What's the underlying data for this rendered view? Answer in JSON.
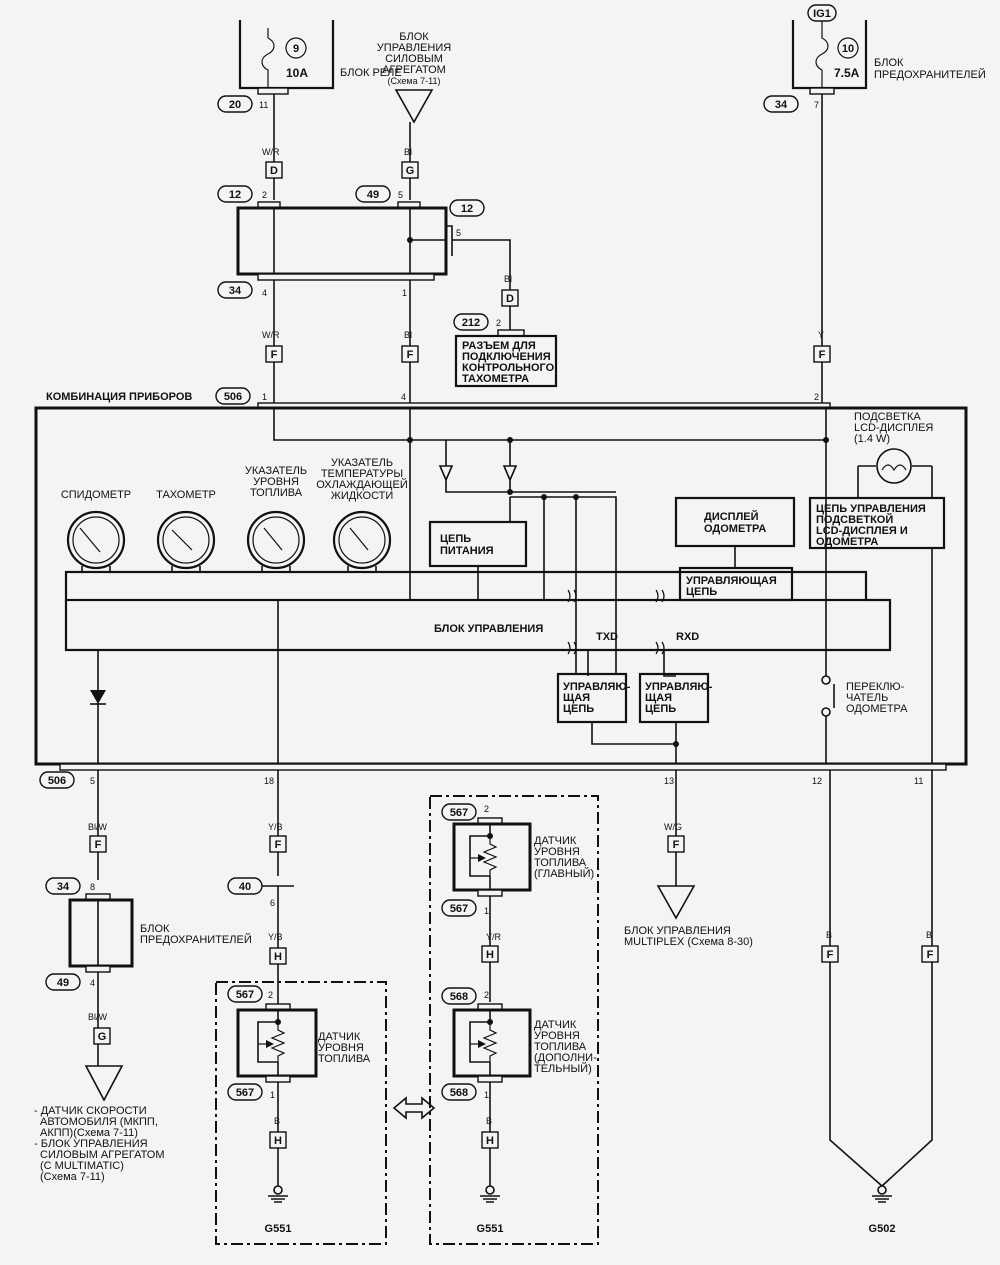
{
  "fuse_relay_box": {
    "fuse_no": "9",
    "rating": "10A",
    "label": "БЛОК РЕЛЕ",
    "conn": "20",
    "pin": "11"
  },
  "fuse_box_ig1": {
    "supply": "IG1",
    "fuse_no": "10",
    "rating": "7.5A",
    "label": "БЛОК ПРЕДОХРАНИТЕЛЕЙ",
    "conn": "34",
    "pin": "7"
  },
  "pcm_top": {
    "label": "БЛОК УПРАВЛЕНИЯ СИЛОВЫМ АГРЕГАТОМ",
    "ref": "(Схема 7-11)"
  },
  "junction": {
    "conn_top_left": "12",
    "conn_top_right": "49",
    "conn_side": "12",
    "conn_bottom": "34",
    "pin_tl": "2",
    "pin_tr": "5",
    "pin_side": "5",
    "pin_bl": "4",
    "pin_br": "1"
  },
  "wires": {
    "wr": "W/R",
    "bl": "Bl",
    "y": "Y",
    "blw": "Bl/W",
    "yb": "Y/B",
    "wg": "W/G",
    "b": "B",
    "yr": "Y/R"
  },
  "conn_letters": {
    "d": "D",
    "g": "G",
    "f": "F",
    "h": "H"
  },
  "tacho_connector": {
    "conn": "212",
    "pin": "2",
    "label": "РАЗЪЕМ ДЛЯ ПОДКЛЮЧЕНИЯ КОНТРОЛЬНОГО ТАХОМЕТРА"
  },
  "cluster": {
    "title": "КОМБИНАЦИЯ ПРИБОРОВ",
    "conn": "506",
    "pins_top": [
      "1",
      "4",
      "2"
    ],
    "pins_bottom": [
      "5",
      "18",
      "13",
      "12",
      "11"
    ],
    "gauges": [
      "СПИДОМЕТР",
      "ТАХОМЕТР",
      "УКАЗАТЕЛЬ УРОВНЯ ТОПЛИВА",
      "УКАЗАТЕЛЬ ТЕМПЕРАТУРЫ ОХЛАЖДАЮЩЕЙ ЖИДКОСТИ"
    ],
    "power": "ЦЕПЬ ПИТАНИЯ",
    "odometer_display": "ДИСПЛЕЙ ОДОМЕТРА",
    "control_circuit": "УПРАВЛЯЮЩАЯ ЦЕПЬ",
    "control_unit": "БЛОК УПРАВЛЕНИЯ",
    "txd": "TXD",
    "rxd": "RXD",
    "ctrl_a": "УПРАВЛЯЮ-ЩАЯ ЦЕПЬ",
    "backlight": "ПОДСВЕТКА LCD-ДИСПЛЕЯ (1.4 W)",
    "lcd_ctrl": "ЦЕПЬ УПРАВЛЕНИЯ ПОДСВЕТКОЙ LCD-ДИСПЛЕЯ И ОДОМЕТРА",
    "odo_switch": "ПЕРЕКЛЮ-ЧАТЕЛЬ ОДОМЕТРА"
  },
  "fuse_box_lower": {
    "label": "БЛОК ПРЕДОХРАНИТЕЛЕЙ",
    "conn_top": "34",
    "pin_top": "8",
    "conn_bottom": "49",
    "pin_bottom": "4"
  },
  "vss_note": [
    "- ДАТЧИК СКОРОСТИ",
    "АВТОМОБИЛЯ (МКПП,",
    "АКПП)(Схема 7-11)",
    "- БЛОК УПРАВЛЕНИЯ",
    "СИЛОВЫМ АГРЕГАТОМ",
    "(С MULTIMATIC)",
    "(Схема 7-11)"
  ],
  "mux": {
    "label": "БЛОК УПРАВЛЕНИЯ MULTIPLEX (Схема 8-30)"
  },
  "fuel_single": {
    "conn_a": "40",
    "pin_a": "6",
    "conn": "567",
    "pin_top": "2",
    "pin_bot": "1",
    "label": "ДАТЧИК УРОВНЯ ТОПЛИВА",
    "ground": "G551"
  },
  "fuel_main": {
    "conn": "567",
    "pin_top": "2",
    "pin_bot": "1",
    "label": "ДАТЧИК УРОВНЯ ТОПЛИВА (ГЛАВНЫЙ)"
  },
  "fuel_aux": {
    "conn": "568",
    "pin_top": "2",
    "pin_bot": "1",
    "label": "ДАТЧИК УРОВНЯ ТОПЛИВА (ДОПОЛНИ-ТЕЛЬНЫЙ)",
    "ground": "G551"
  },
  "ground_right": "G502"
}
